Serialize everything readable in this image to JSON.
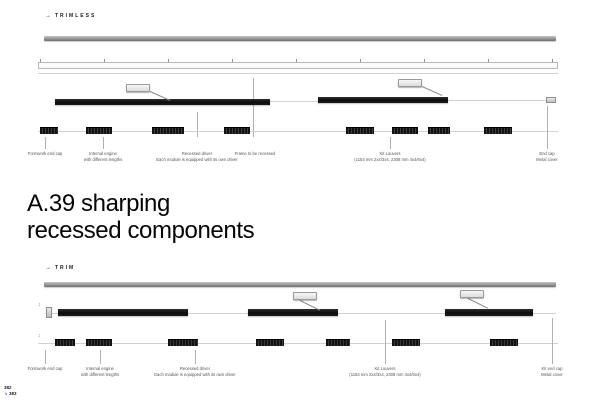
{
  "title": {
    "line1": "A.39 sharping",
    "line2": "recessed components"
  },
  "icons": {
    "section_arrow": "→",
    "updown_arrow": "↕",
    "page_arrow": "↳"
  },
  "sections": {
    "trimless": {
      "label": "TRIMLESS",
      "captions": [
        {
          "text": "Formwork end cap"
        },
        {
          "text": "Internal engine\nwith different lengths"
        },
        {
          "text": "Recessed driver\nEach module is equipped with its own driver"
        },
        {
          "text": "Frame to be recessed"
        },
        {
          "text": "Kit Louvers\n(1154 mm 2x4/3x4, 2308 mm 4x4/6x4)"
        },
        {
          "text": "End cap\nMetal cover"
        }
      ]
    },
    "trim": {
      "label": "TRIM",
      "captions": [
        {
          "text": "Formwork end cap"
        },
        {
          "text": "Internal engine\nwith different lengths"
        },
        {
          "text": "Recessed driver\nEach module is equipped with its own driver"
        },
        {
          "text": "Kit Louvers\n(1154 mm 2x4/3x4, 2308 mm 4x4/6x4)"
        },
        {
          "text": "Kit end cap\nMetal cover"
        }
      ]
    }
  },
  "footer": {
    "page_prev": "382",
    "page_next": "383"
  }
}
